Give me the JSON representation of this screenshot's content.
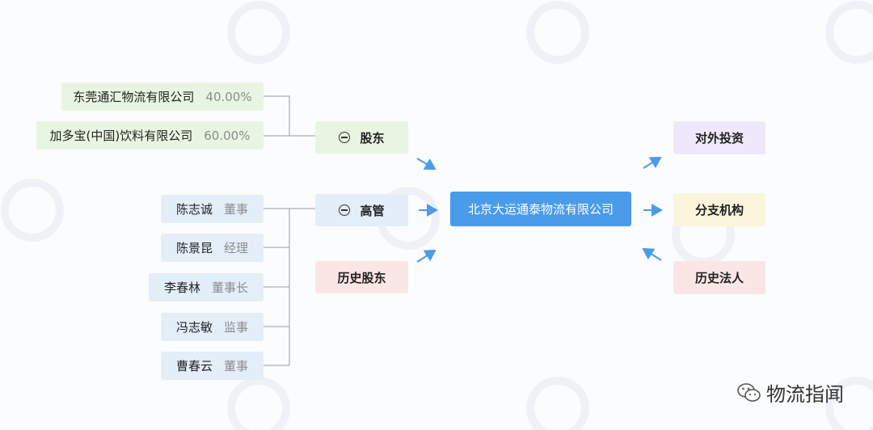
{
  "center": {
    "label": "北京大运通泰物流有限公司"
  },
  "left": {
    "shareholders_label": "股东",
    "executives_label": "高管",
    "history_shareholders_label": "历史股东"
  },
  "shareholders": [
    {
      "name": "东莞通汇物流有限公司",
      "percent": "40.00%"
    },
    {
      "name": "加多宝(中国)饮料有限公司",
      "percent": "60.00%"
    }
  ],
  "executives": [
    {
      "name": "陈志诚",
      "role": "董事"
    },
    {
      "name": "陈景昆",
      "role": "经理"
    },
    {
      "name": "李春林",
      "role": "董事长"
    },
    {
      "name": "冯志敏",
      "role": "监事"
    },
    {
      "name": "曹春云",
      "role": "董事"
    }
  ],
  "right": {
    "investments_label": "对外投资",
    "branches_label": "分支机构",
    "legal_rep_history_label": "历史法人"
  },
  "brand": {
    "text": "物流指闻"
  },
  "colors": {
    "primary": "#4a9bea",
    "arrow": "#4a9bea",
    "connector": "#9a9a9a"
  }
}
